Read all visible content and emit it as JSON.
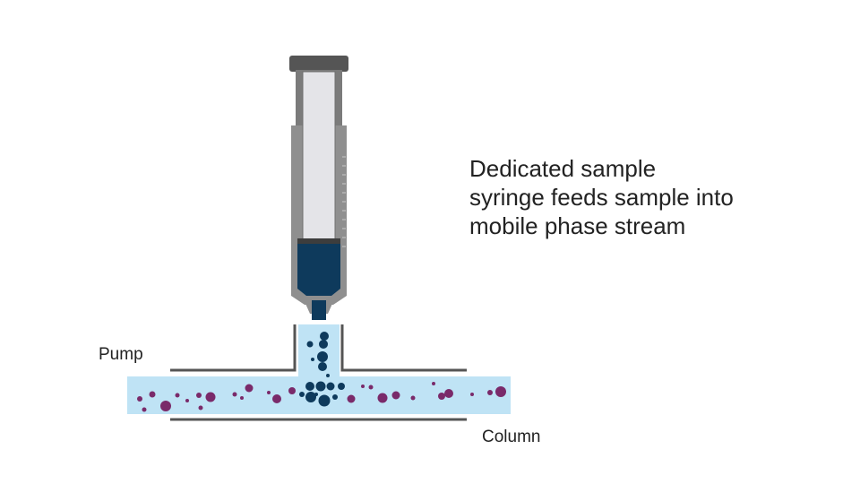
{
  "caption": {
    "lines": [
      "Dedicated sample",
      "syringe feeds sample into",
      "mobile phase stream"
    ]
  },
  "labels": {
    "pump": "Pump",
    "column": "Column"
  },
  "colors": {
    "mobile_phase": "#bfe3f5",
    "sample": "#0e3a5c",
    "mobile_phase_particles": "#7a2a6a",
    "syringe_barrel": "#8f8f8f",
    "syringe_cap": "#555555",
    "plunger": "#e4e4e8",
    "tubing_wall": "#555555"
  }
}
